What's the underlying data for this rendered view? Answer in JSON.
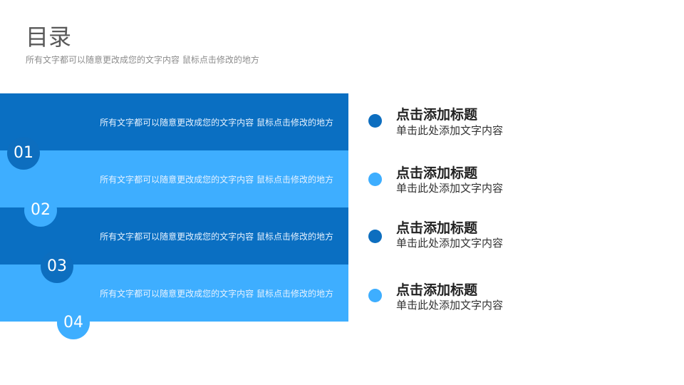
{
  "page": {
    "title": "目录",
    "subtitle": "所有文字都可以随意更改成您的文字内容 鼠标点击修改的地方"
  },
  "colors": {
    "dark_blue": "#0a6fc2",
    "light_blue": "#3eaeff",
    "circle_dark": "#0d6ebf",
    "circle_light": "#3eaeff"
  },
  "sections": [
    {
      "number": "01",
      "text": "所有文字都可以随意更改成您的文字内容 鼠标点击修改的地方"
    },
    {
      "number": "02",
      "text": "所有文字都可以随意更改成您的文字内容 鼠标点击修改的地方"
    },
    {
      "number": "03",
      "text": "所有文字都可以随意更改成您的文字内容 鼠标点击修改的地方"
    },
    {
      "number": "04",
      "text": "所有文字都可以随意更改成您的文字内容 鼠标点击修改的地方"
    }
  ],
  "items": [
    {
      "title": "点击添加标题",
      "desc": "单击此处添加文字内容"
    },
    {
      "title": "点击添加标题",
      "desc": "单击此处添加文字内容"
    },
    {
      "title": "点击添加标题",
      "desc": "单击此处添加文字内容"
    },
    {
      "title": "点击添加标题",
      "desc": "单击此处添加文字内容"
    }
  ]
}
